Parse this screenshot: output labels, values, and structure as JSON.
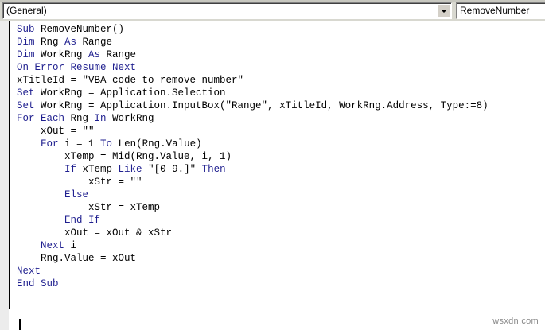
{
  "toolbar": {
    "procedure_combo": {
      "name": "object-combo",
      "value": "(General)",
      "arrow_icon": "chevron-down-icon"
    },
    "declaration_combo": {
      "name": "procedure-combo",
      "value": "RemoveNumber",
      "arrow_icon": "chevron-down-icon"
    }
  },
  "editor": {
    "language": "vba",
    "keyword_color": "#1f1f8f",
    "text_color": "#000000",
    "background_color": "#ffffff",
    "margin_color": "#ececec",
    "caret_visible": true,
    "lines": [
      [
        {
          "t": "Sub",
          "k": true
        },
        {
          "t": " RemoveNumber()",
          "k": false
        }
      ],
      [
        {
          "t": "Dim",
          "k": true
        },
        {
          "t": " Rng ",
          "k": false
        },
        {
          "t": "As",
          "k": true
        },
        {
          "t": " Range",
          "k": false
        }
      ],
      [
        {
          "t": "Dim",
          "k": true
        },
        {
          "t": " WorkRng ",
          "k": false
        },
        {
          "t": "As",
          "k": true
        },
        {
          "t": " Range",
          "k": false
        }
      ],
      [
        {
          "t": "On Error Resume Next",
          "k": true
        }
      ],
      [
        {
          "t": "xTitleId = \"VBA code to remove number\"",
          "k": false
        }
      ],
      [
        {
          "t": "Set",
          "k": true
        },
        {
          "t": " WorkRng = Application.Selection",
          "k": false
        }
      ],
      [
        {
          "t": "Set",
          "k": true
        },
        {
          "t": " WorkRng = Application.InputBox(\"Range\", xTitleId, WorkRng.Address, Type:=8)",
          "k": false
        }
      ],
      [
        {
          "t": "For Each",
          "k": true
        },
        {
          "t": " Rng ",
          "k": false
        },
        {
          "t": "In",
          "k": true
        },
        {
          "t": " WorkRng",
          "k": false
        }
      ],
      [
        {
          "t": "    xOut = \"\"",
          "k": false
        }
      ],
      [
        {
          "t": "    ",
          "k": false
        },
        {
          "t": "For",
          "k": true
        },
        {
          "t": " i = 1 ",
          "k": false
        },
        {
          "t": "To",
          "k": true
        },
        {
          "t": " Len(Rng.Value)",
          "k": false
        }
      ],
      [
        {
          "t": "        xTemp = Mid(Rng.Value, i, 1)",
          "k": false
        }
      ],
      [
        {
          "t": "        ",
          "k": false
        },
        {
          "t": "If",
          "k": true
        },
        {
          "t": " xTemp ",
          "k": false
        },
        {
          "t": "Like",
          "k": true
        },
        {
          "t": " \"[0-9.]\" ",
          "k": false
        },
        {
          "t": "Then",
          "k": true
        }
      ],
      [
        {
          "t": "            xStr = \"\"",
          "k": false
        }
      ],
      [
        {
          "t": "        ",
          "k": false
        },
        {
          "t": "Else",
          "k": true
        }
      ],
      [
        {
          "t": "            xStr = xTemp",
          "k": false
        }
      ],
      [
        {
          "t": "        ",
          "k": false
        },
        {
          "t": "End If",
          "k": true
        }
      ],
      [
        {
          "t": "        xOut = xOut & xStr",
          "k": false
        }
      ],
      [
        {
          "t": "    ",
          "k": false
        },
        {
          "t": "Next",
          "k": true
        },
        {
          "t": " i",
          "k": false
        }
      ],
      [
        {
          "t": "    Rng.Value = xOut",
          "k": false
        }
      ],
      [
        {
          "t": "Next",
          "k": true
        }
      ],
      [
        {
          "t": "End Sub",
          "k": true
        }
      ]
    ]
  },
  "watermark": {
    "text": "wsxdn.com"
  }
}
